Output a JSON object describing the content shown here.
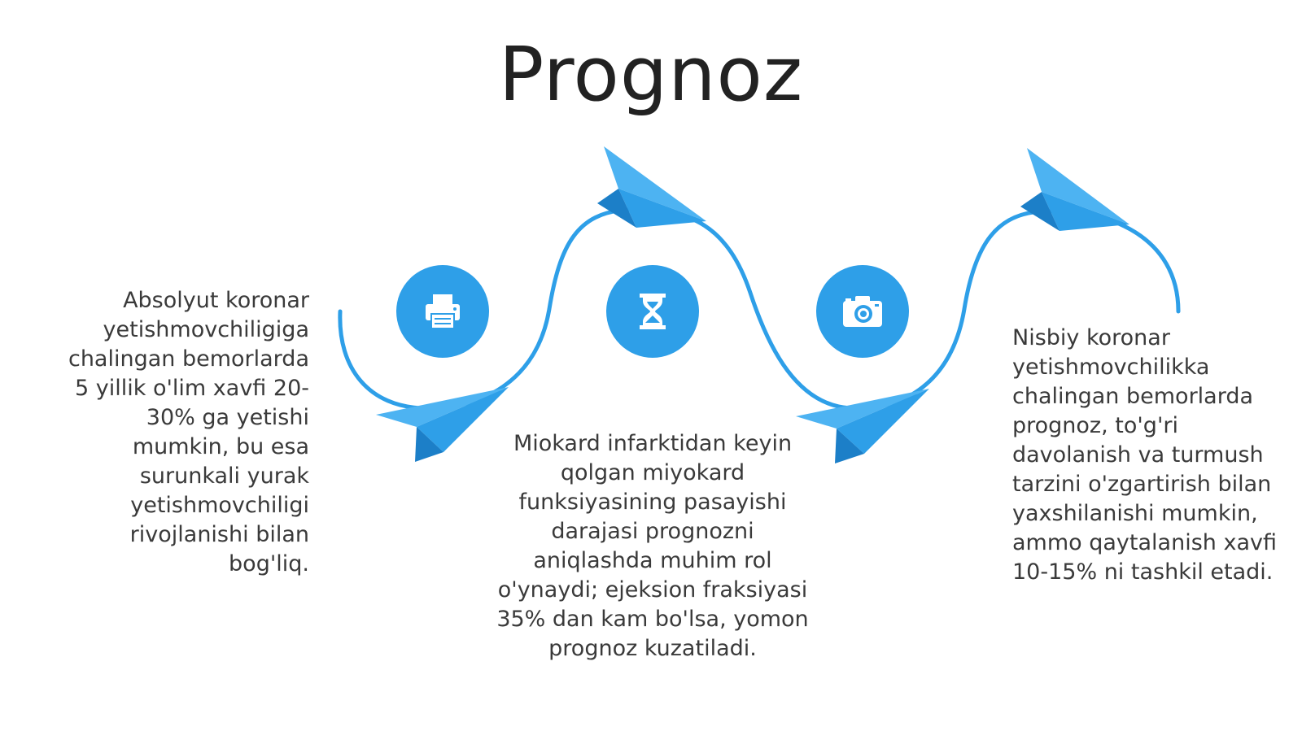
{
  "slide": {
    "title": "Prognoz"
  },
  "colors": {
    "accent": "#2e9fe8",
    "accent_light": "#4db3f2",
    "accent_dark": "#1c7fc8",
    "text": "#3a3a3a"
  },
  "steps": [
    {
      "icon": "printer-icon",
      "text": "Absolyut koronar yetishmovchiligiga chalingan bemorlarda 5 yillik o'lim xavfi 20-30% ga yetishi mumkin, bu esa  surunkali yurak yetishmovchiligi rivojlanishi bilan bog'liq."
    },
    {
      "icon": "hourglass-icon",
      "text": "Miokard infarktidan keyin qolgan miyokard funksiyasining pasayishi darajasi prognozni aniqlashda muhim rol o'ynaydi;  ejeksion fraksiyasi 35% dan kam bo'lsa, yomon prognoz kuzatiladi."
    },
    {
      "icon": "camera-icon",
      "text": "Nisbiy koronar yetishmovchilikka chalingan bemorlarda prognoz,  to'g'ri davolanish va turmush tarzini o'zgartirish bilan yaxshilanishi mumkin, ammo qaytalanish xavfi 10-15% ni tashkil etadi."
    }
  ]
}
